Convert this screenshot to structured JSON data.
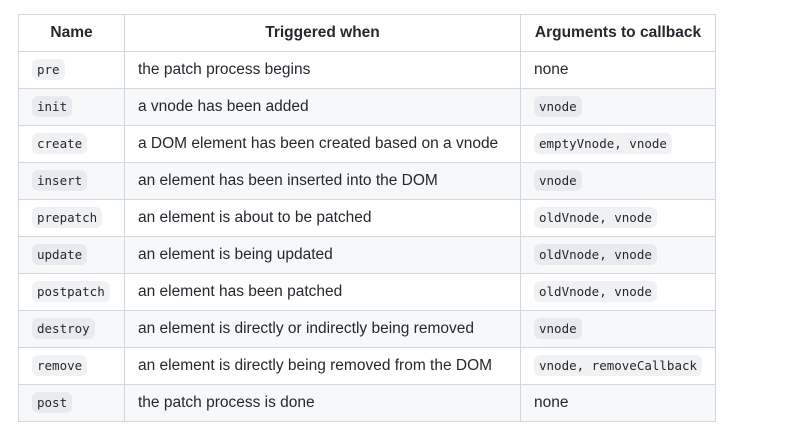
{
  "table": {
    "headers": [
      "Name",
      "Triggered when",
      "Arguments to callback"
    ],
    "rows": [
      {
        "name": "pre",
        "triggered": "the patch process begins",
        "args": "none",
        "args_code": false
      },
      {
        "name": "init",
        "triggered": "a vnode has been added",
        "args": "vnode",
        "args_code": true
      },
      {
        "name": "create",
        "triggered": "a DOM element has been created based on a vnode",
        "args": "emptyVnode, vnode",
        "args_code": true
      },
      {
        "name": "insert",
        "triggered": "an element has been inserted into the DOM",
        "args": "vnode",
        "args_code": true
      },
      {
        "name": "prepatch",
        "triggered": "an element is about to be patched",
        "args": "oldVnode, vnode",
        "args_code": true
      },
      {
        "name": "update",
        "triggered": "an element is being updated",
        "args": "oldVnode, vnode",
        "args_code": true
      },
      {
        "name": "postpatch",
        "triggered": "an element has been patched",
        "args": "oldVnode, vnode",
        "args_code": true
      },
      {
        "name": "destroy",
        "triggered": "an element is directly or indirectly being removed",
        "args": "vnode",
        "args_code": true
      },
      {
        "name": "remove",
        "triggered": "an element is directly being removed from the DOM",
        "args": "vnode, removeCallback",
        "args_code": true
      },
      {
        "name": "post",
        "triggered": "the patch process is done",
        "args": "none",
        "args_code": false
      }
    ]
  },
  "colors": {
    "border": "#d0d7de",
    "stripe": "#f6f8fa",
    "text": "#24292f",
    "code_bg": "rgba(175,184,193,0.2)"
  }
}
